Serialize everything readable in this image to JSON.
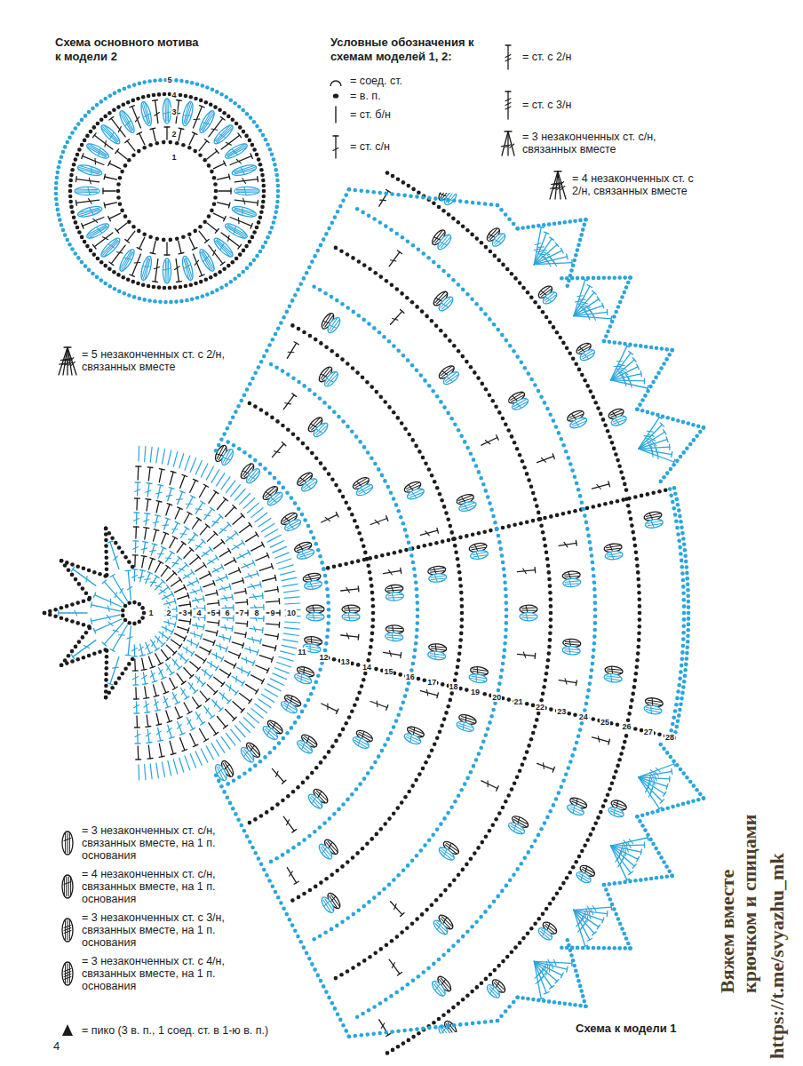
{
  "diagram": {
    "labels": [
      "Схема основного мотива к модели 2",
      "Условные обозначения к схемам моделей 1, 2:",
      "1",
      "2",
      "3",
      "4",
      "5",
      "1",
      "2",
      "3",
      "4",
      "5",
      "6",
      "7",
      "8",
      "9",
      "10",
      "11",
      "12",
      "13",
      "14",
      "15",
      "16",
      "17",
      "18",
      "19",
      "20",
      "21",
      "22",
      "23",
      "24",
      "25",
      "26",
      "27",
      "28",
      "Схема к модели 1",
      "4",
      "Вяжем вместе крючком и спицами",
      "https://t.me/svyazhu_mk"
    ],
    "legend": [
      {
        "text": "= соед. ст."
      },
      {
        "text": "= в. п."
      },
      {
        "text": "= ст. б/н"
      },
      {
        "text": "= ст. с/н"
      },
      {
        "text": "= ст. с 2/н"
      },
      {
        "text": "= ст. с 3/н"
      },
      {
        "text": "= 3 незаконченных ст. с/н, связанных вместе"
      },
      {
        "text": "= 4 незаконченных ст. с 2/н, связанных вместе"
      },
      {
        "text": "= 5 незаконченных ст. с 2/н, связанных вместе"
      },
      {
        "text": "= 3 незаконченных ст. с/н, связанных вместе, на 1 п. основания"
      },
      {
        "text": "= 4 незаконченных ст. с/н, связанных вместе, на 1 п. основания"
      },
      {
        "text": "= 3 незаконченных ст. с 3/н, связанных вместе, на 1 п. основания"
      },
      {
        "text": "= 3 незаконченных ст. с 4/н, связанных вместе, на 1 п. основания"
      },
      {
        "text": "= пико (3 в. п., 1 соед. ст. в 1-ю в. п.)"
      }
    ]
  }
}
